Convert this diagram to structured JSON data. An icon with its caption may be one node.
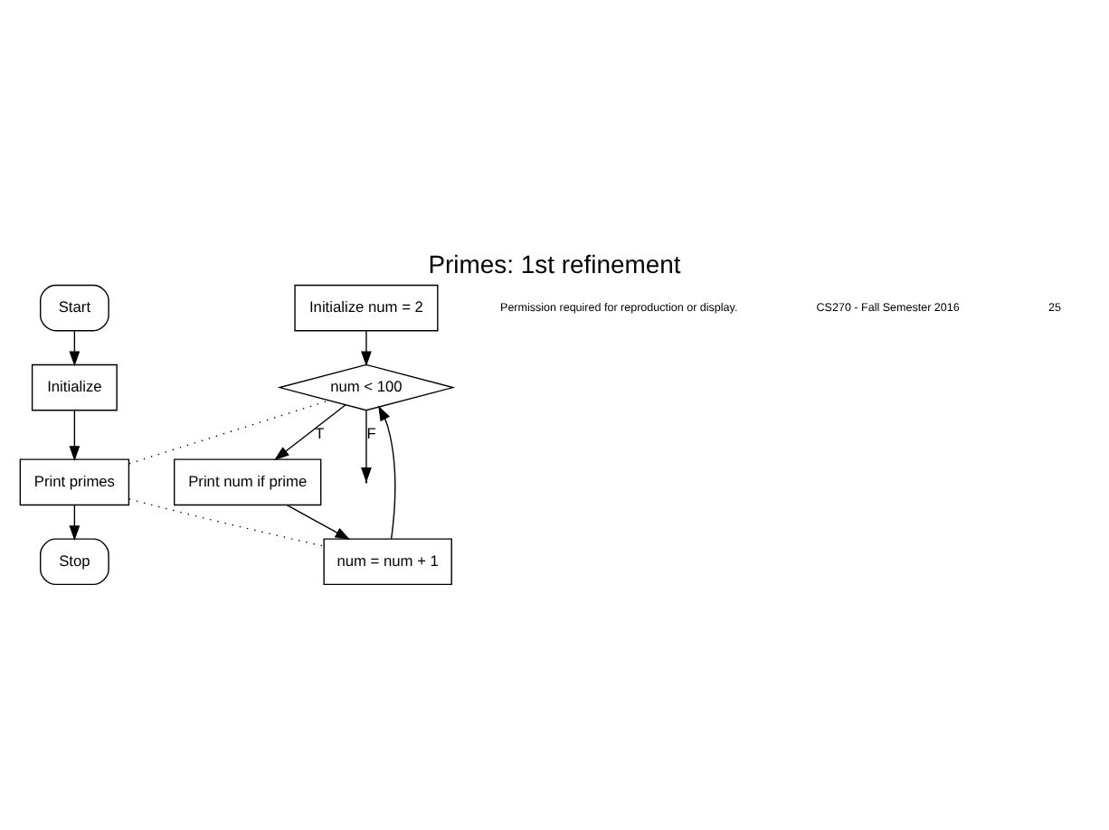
{
  "diagram": {
    "title": "Primes: 1st refinement",
    "nodes": [
      {
        "text": [
          "Start"
        ]
      },
      {
        "text": [
          "Initialize"
        ]
      },
      {
        "text": [
          "Print primes"
        ]
      },
      {
        "text": [
          "Stop"
        ]
      },
      {
        "text": [
          "Initialize num = 2"
        ]
      },
      {
        "text": [
          "num < 100"
        ]
      },
      {
        "text": [
          "Print num if prime"
        ]
      },
      {
        "text": [
          "num = num + 1"
        ]
      }
    ],
    "edges": [
      {
        "from": 0,
        "to": 1,
        "arrow": "to"
      },
      {
        "from": 1,
        "to": 2,
        "arrow": "to"
      },
      {
        "from": 2,
        "to": 3,
        "arrow": "to"
      },
      {
        "from": 4,
        "to": 5,
        "arrow": "to"
      },
      {
        "from": 5,
        "to": 6,
        "arrow": "to",
        "label": "T"
      },
      {
        "from": 6,
        "to": 7,
        "arrow": "to"
      },
      {
        "from": 7,
        "to": 5,
        "arrow": "to"
      },
      {
        "from": 5,
        "to": null,
        "arrow": "to",
        "label": "F"
      },
      {
        "from": 2,
        "to": 5,
        "arrow": "none",
        "style": "dashed"
      },
      {
        "from": 2,
        "to": 7,
        "arrow": "none",
        "style": "dashed"
      }
    ],
    "labels": [
      "Permission required for reproduction or display.",
      "CS270 - Fall Semester 2016",
      "25"
    ]
  }
}
